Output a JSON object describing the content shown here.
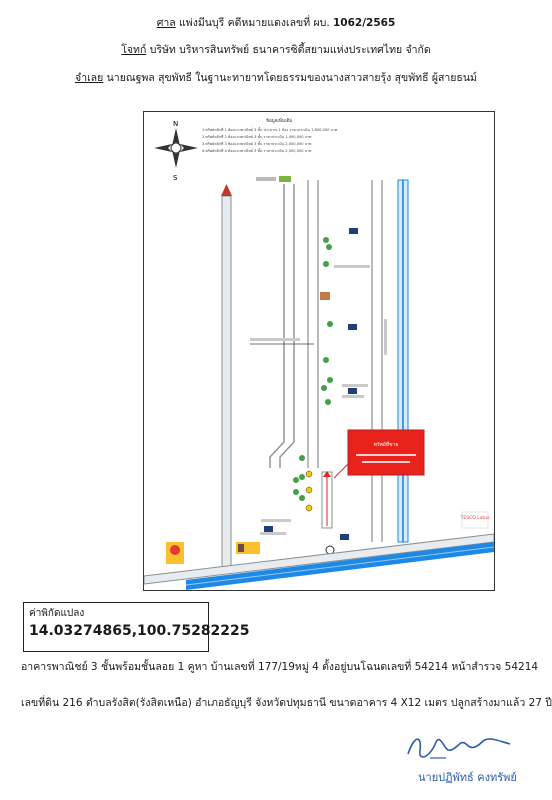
{
  "header": {
    "court_label": "ศาล",
    "court_text": "แพ่งมีนบุรี คดีหมายแดงเลขที่ ผบ.",
    "case_number": "1062/2565",
    "plaintiff_label": "โจทก์",
    "plaintiff_text": "บริษัท บริหารสินทรัพย์ ธนาคารซิตี้สยามแห่งประเทศไทย จำกัด",
    "defendant_label": "จำเลย",
    "defendant_text": "นายณฐพล สุขพัทธี ในฐานะทายาทโดยธรรมของนางสาวสายรุ้ง สุขพัทธี ผู้สายธนม์"
  },
  "map": {
    "north_label": "N",
    "south_label": "S",
    "legend_title": "ข้อมูลเพิ่มเติม",
    "legend_lines": [
      "1.ทรัพย์หลักที่ 1 ห้องแถวพาณิชย์ 3 ชั้น ประมาณ 1 ห้อง ราคาประเมิน 1,800,000 บาท",
      "2.ทรัพย์หลักที่ 2 ห้องแถวพาณิชย์ 3 ชั้น ราคาประเมิน 1,490,000 บาท",
      "3.ทรัพย์หลักที่ 3 ห้องแถวพาณิชย์ 3 ชั้น ราคาประเมิน 2,000,000 บาท",
      "4.ทรัพย์หลักที่ 4 ห้องแถวพาณิชย์ 3 ชั้น ราคาประเมิน 2,000,000 บาท"
    ],
    "property_box_text": "ทรัพย์ที่ขาย",
    "shop_brand": "TESCO Lotus"
  },
  "coordinates": {
    "label": "ค่าพิกัดแปลง",
    "value": "14.03274865,100.75282225"
  },
  "description": {
    "line1": "อาคารพาณิชย์ 3 ชั้นพร้อมชั้นลอย 1 คูหา บ้านเลขที่ 177/19หมู่ 4 ตั้งอยู่บนโฉนดเลขที่ 54214 หน้าสำรวจ 54214",
    "line2": "เลขที่ดิน 216 ตำบลรังสิต(รังสิตเหนือ) อำเภอธัญบุรี จังหวัดปทุมธานี ขนาดอาคาร 4 X12 เมตร ปลูกสร้างมาแล้ว 27 ปี"
  },
  "signature": {
    "name": "นายปฏิพัทธ์ คงทรัพย์"
  },
  "colors": {
    "property_red": "#e8231c",
    "canal_blue": "#1e88e5",
    "road_gray": "#8a8f94",
    "signature_blue": "#2a5db0"
  }
}
